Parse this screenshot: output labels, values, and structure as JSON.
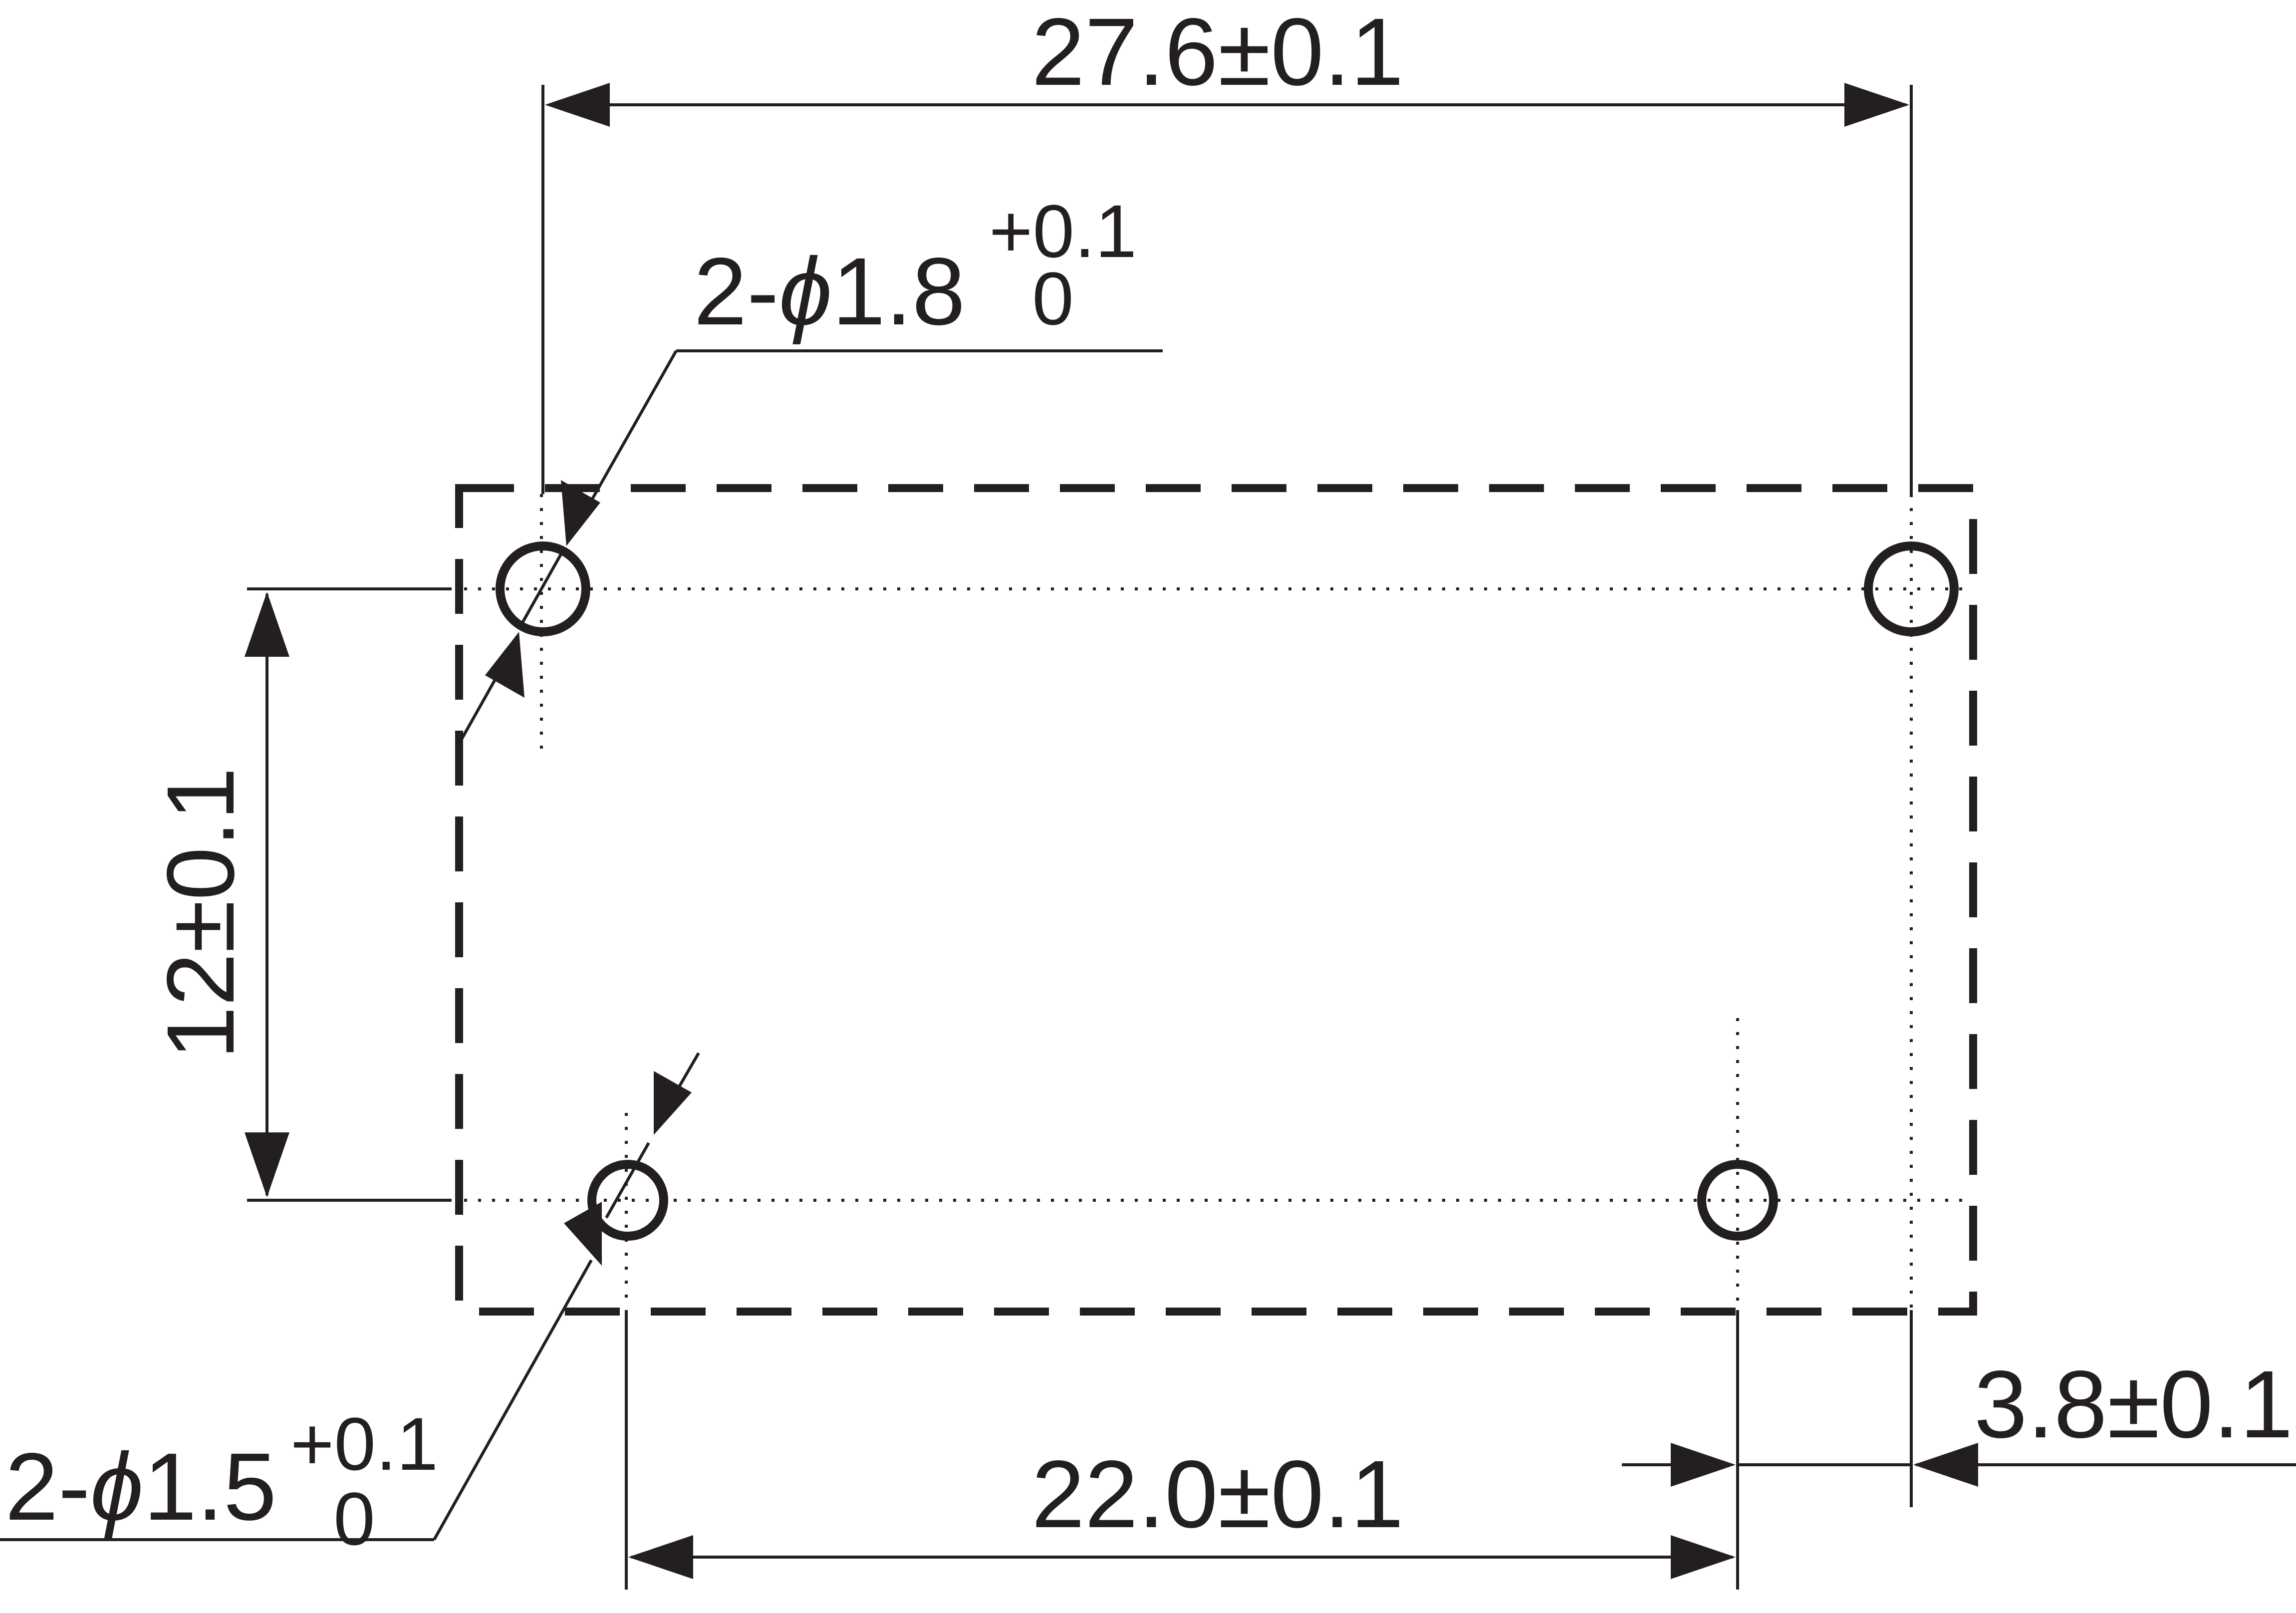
{
  "dimensions": {
    "width_top": "27.6±0.1",
    "height_left": "12±0.1",
    "width_bottom": "22.0±0.1",
    "offset_right": "3.8±0.1"
  },
  "holes": {
    "large": {
      "qty": "2-",
      "symbol": "ϕ",
      "diameter": "1.8",
      "tol_upper": "+0.1",
      "tol_lower": "0"
    },
    "small": {
      "qty": "2-",
      "symbol": "ϕ",
      "diameter": "1.5",
      "tol_upper": "+0.1",
      "tol_lower": "0"
    }
  }
}
